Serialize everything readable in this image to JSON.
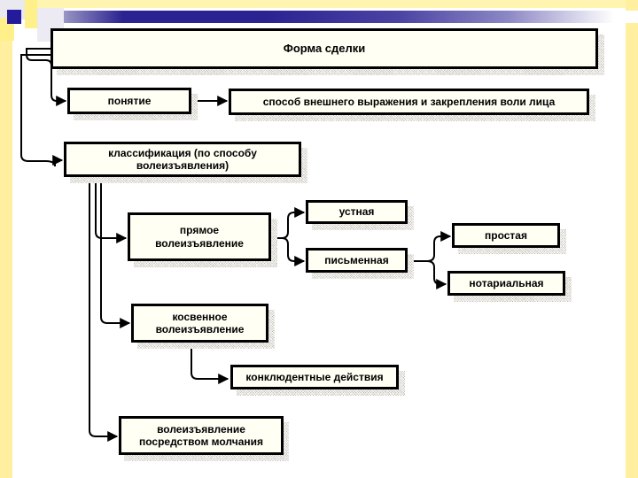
{
  "slide": {
    "type": "flowchart-diagram",
    "language": "ru",
    "colors": {
      "accent_blue": "#2b2391",
      "frame_yellow": "#ffef9e",
      "node_fill": "#fffff4",
      "node_border": "#000000",
      "shadow": "#b9b5a8"
    }
  },
  "nodes": {
    "root": {
      "label": "Форма сделки"
    },
    "concept": {
      "label": "понятие"
    },
    "concept_def": {
      "label": "способ внешнего выражения и закрепления воли лица"
    },
    "classification": {
      "line1": "классификация (по способу",
      "line2": "волеизъявления)"
    },
    "direct": {
      "line1": "прямое",
      "line2": "волеизъявление"
    },
    "oral": {
      "label": "устная"
    },
    "written": {
      "label": "письменная"
    },
    "simple": {
      "label": "простая"
    },
    "notarial": {
      "label": "нотариальная"
    },
    "indirect": {
      "line1": "косвенное",
      "line2": "волеизъявление"
    },
    "implied_acts": {
      "label": "конклюдентные действия"
    },
    "silence": {
      "line1": "волеизъявление",
      "line2": "посредством молчания"
    }
  },
  "edges": [
    {
      "from": "root",
      "to": "concept"
    },
    {
      "from": "concept",
      "to": "concept_def"
    },
    {
      "from": "root",
      "to": "classification"
    },
    {
      "from": "classification",
      "to": "direct"
    },
    {
      "from": "classification",
      "to": "indirect"
    },
    {
      "from": "classification",
      "to": "silence"
    },
    {
      "from": "direct",
      "to": "oral"
    },
    {
      "from": "direct",
      "to": "written"
    },
    {
      "from": "written",
      "to": "simple"
    },
    {
      "from": "written",
      "to": "notarial"
    },
    {
      "from": "indirect",
      "to": "implied_acts"
    }
  ]
}
